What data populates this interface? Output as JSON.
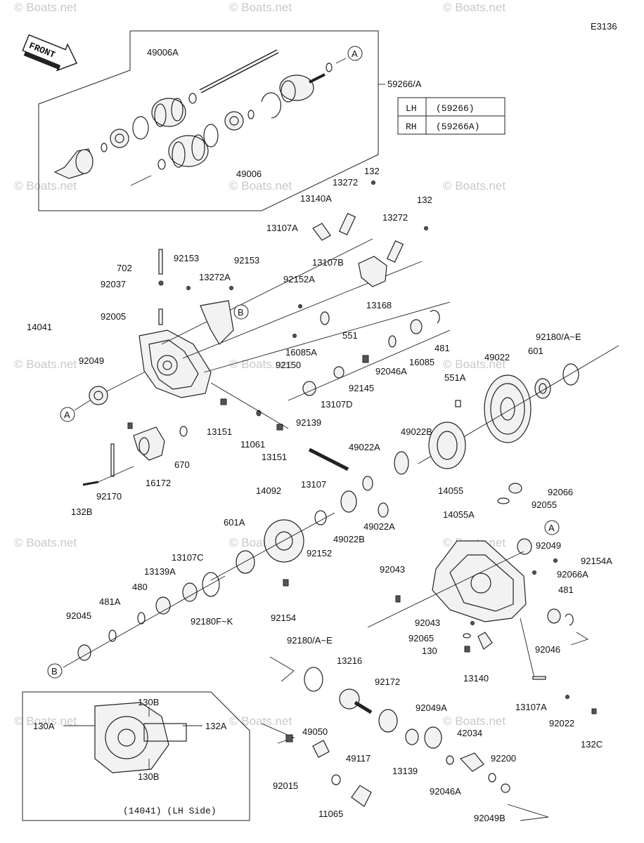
{
  "diagram_id": "E3136",
  "front_label": "FRONT",
  "watermark": "© Boats.net",
  "callouts": {
    "a": "A",
    "b": "B"
  },
  "table": {
    "rows": [
      {
        "side": "LH",
        "code": "(59266)"
      },
      {
        "side": "RH",
        "code": "(59266A)"
      }
    ]
  },
  "inset_caption": "(14041) (LH Side)",
  "labels": {
    "l49006A": "49006A",
    "l49006": "49006",
    "l59266A": "59266/A",
    "l132_1": "132",
    "l13272_1": "13272",
    "l13140A": "13140A",
    "l132_2": "132",
    "l13272_2": "13272",
    "l13107A_1": "13107A",
    "l702": "702",
    "l92153_1": "92153",
    "l92153_2": "92153",
    "l92037": "92037",
    "l13272A": "13272A",
    "l13107B": "13107B",
    "l92152A": "92152A",
    "l13168": "13168",
    "l14041": "14041",
    "l92005": "92005",
    "l551": "551",
    "l16085A": "16085A",
    "l481_1": "481",
    "l92150": "92150",
    "l16085": "16085",
    "l92180AE_1": "92180/A~E",
    "l49022": "49022",
    "l601": "601",
    "l92049_1": "92049",
    "l92046A_1": "92046A",
    "l92145": "92145",
    "l551A": "551A",
    "l13107D": "13107D",
    "l92139": "92139",
    "l13151_1": "13151",
    "l11061": "11061",
    "l13151_2": "13151",
    "l49022B_1": "49022B",
    "l49022A_1": "49022A",
    "l670": "670",
    "l16172": "16172",
    "l13107": "13107",
    "l14055": "14055",
    "l92170": "92170",
    "l132B": "132B",
    "l14092": "14092",
    "l92066": "92066",
    "l92055": "92055",
    "l601A": "601A",
    "l14055A": "14055A",
    "l49022A_2": "49022A",
    "l49022B_2": "49022B",
    "l92152": "92152",
    "l92049_2": "92049",
    "l92154A": "92154A",
    "l13107C": "13107C",
    "l13139A": "13139A",
    "l92043_1": "92043",
    "l92066A": "92066A",
    "l481_2": "481",
    "l480": "480",
    "l481A": "481A",
    "l92180FK": "92180F~K",
    "l92154": "92154",
    "l92045": "92045",
    "l92043_2": "92043",
    "l92065": "92065",
    "l92046": "92046",
    "l130": "130",
    "l92180AE_2": "92180/A~E",
    "l13216": "13216",
    "l13140": "13140",
    "l92172": "92172",
    "l13107A_2": "13107A",
    "l92022": "92022",
    "l92049A": "92049A",
    "l132C": "132C",
    "l49050": "49050",
    "l42034": "42034",
    "l92200": "92200",
    "l49117": "49117",
    "l13139": "13139",
    "l92015": "92015",
    "l92046A_2": "92046A",
    "l11065": "11065",
    "l92049B": "92049B",
    "l130B_1": "130B",
    "l130A": "130A",
    "l132A": "132A",
    "l130B_2": "130B"
  }
}
